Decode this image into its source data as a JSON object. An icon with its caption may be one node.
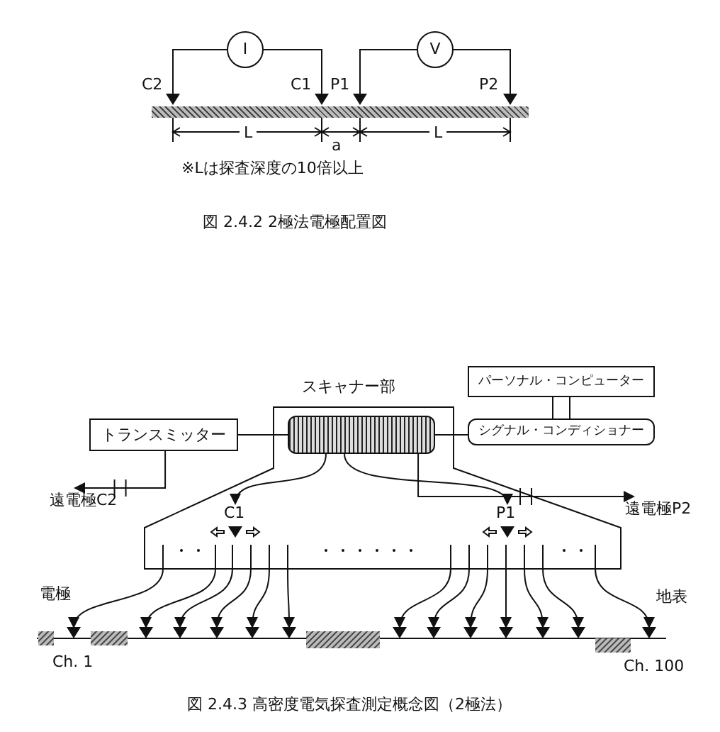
{
  "diagram": {
    "caption": "図 2.4.3 高密度電気探査測定概念図（2極法）",
    "nodes": [
      {
        "text": [
          "I"
        ]
      },
      {
        "text": [
          "V"
        ]
      },
      {
        "text": [
          "C2"
        ]
      },
      {
        "text": [
          "C1"
        ]
      },
      {
        "text": [
          "P1"
        ]
      },
      {
        "text": [
          "P2"
        ]
      },
      {
        "text": [
          "スキャナー部"
        ]
      },
      {
        "text": [
          "パーソナル・コンピューター"
        ]
      },
      {
        "text": [
          "トランスミッター"
        ]
      },
      {
        "text": [],
        "shape": "box",
        "in": 6
      },
      {
        "text": [
          "シグナル・コンディショナー"
        ]
      },
      {
        "text": [
          "遠電極C2"
        ]
      },
      {
        "text": [
          "遠電極P2"
        ]
      },
      {
        "text": [
          "C1"
        ],
        "in": 6
      },
      {
        "text": [
          "P1"
        ],
        "in": 6
      },
      {
        "text": [],
        "shape": "triangle"
      },
      {
        "text": [],
        "shape": "triangle"
      },
      {
        "text": [],
        "shape": "triangle"
      },
      {
        "text": [],
        "shape": "triangle"
      },
      {
        "text": [],
        "shape": "triangle"
      },
      {
        "text": [],
        "shape": "triangle"
      },
      {
        "text": [],
        "shape": "triangle"
      },
      {
        "text": [],
        "shape": "triangle"
      },
      {
        "text": [],
        "shape": "triangle"
      },
      {
        "text": [],
        "shape": "triangle"
      },
      {
        "text": [],
        "shape": "triangle"
      },
      {
        "text": [],
        "shape": "triangle"
      },
      {
        "text": [],
        "shape": "triangle"
      }
    ],
    "edges": [
      {
        "from": 2,
        "to": 0,
        "arrow": "none"
      },
      {
        "from": 0,
        "to": 3,
        "arrow": "none"
      },
      {
        "from": 4,
        "to": 1,
        "arrow": "none"
      },
      {
        "from": 1,
        "to": 5,
        "arrow": "none"
      },
      {
        "from": 8,
        "to": 9,
        "arrow": "none"
      },
      {
        "from": 9,
        "to": 10,
        "arrow": "none"
      },
      {
        "from": 7,
        "to": 10,
        "arrow": "none"
      },
      {
        "from": 8,
        "to": 11,
        "arrow": "to"
      },
      {
        "from": 9,
        "to": 12,
        "arrow": "to"
      },
      {
        "from": 9,
        "to": 13,
        "arrow": "to"
      },
      {
        "from": 9,
        "to": 14,
        "arrow": "to"
      },
      {
        "from": 6,
        "to": 15,
        "arrow": "to"
      },
      {
        "from": 6,
        "to": 16,
        "arrow": "to"
      },
      {
        "from": 6,
        "to": 17,
        "arrow": "to"
      },
      {
        "from": 6,
        "to": 18,
        "arrow": "to"
      },
      {
        "from": 6,
        "to": 19,
        "arrow": "to"
      },
      {
        "from": 6,
        "to": 20,
        "arrow": "to"
      },
      {
        "from": 6,
        "to": 21,
        "arrow": "to"
      },
      {
        "from": 6,
        "to": 22,
        "arrow": "to"
      },
      {
        "from": 6,
        "to": 23,
        "arrow": "to"
      },
      {
        "from": 6,
        "to": 24,
        "arrow": "to"
      },
      {
        "from": 6,
        "to": 25,
        "arrow": "to"
      },
      {
        "from": 6,
        "to": 26,
        "arrow": "to"
      },
      {
        "from": 6,
        "to": 27,
        "arrow": "to"
      }
    ],
    "labels": [
      "L",
      "a",
      "L",
      "※Lは探査深度の10倍以上",
      "図 2.4.2 2極法電極配置図",
      "電極",
      "地表",
      "Ch. 1",
      "Ch. 100"
    ]
  }
}
